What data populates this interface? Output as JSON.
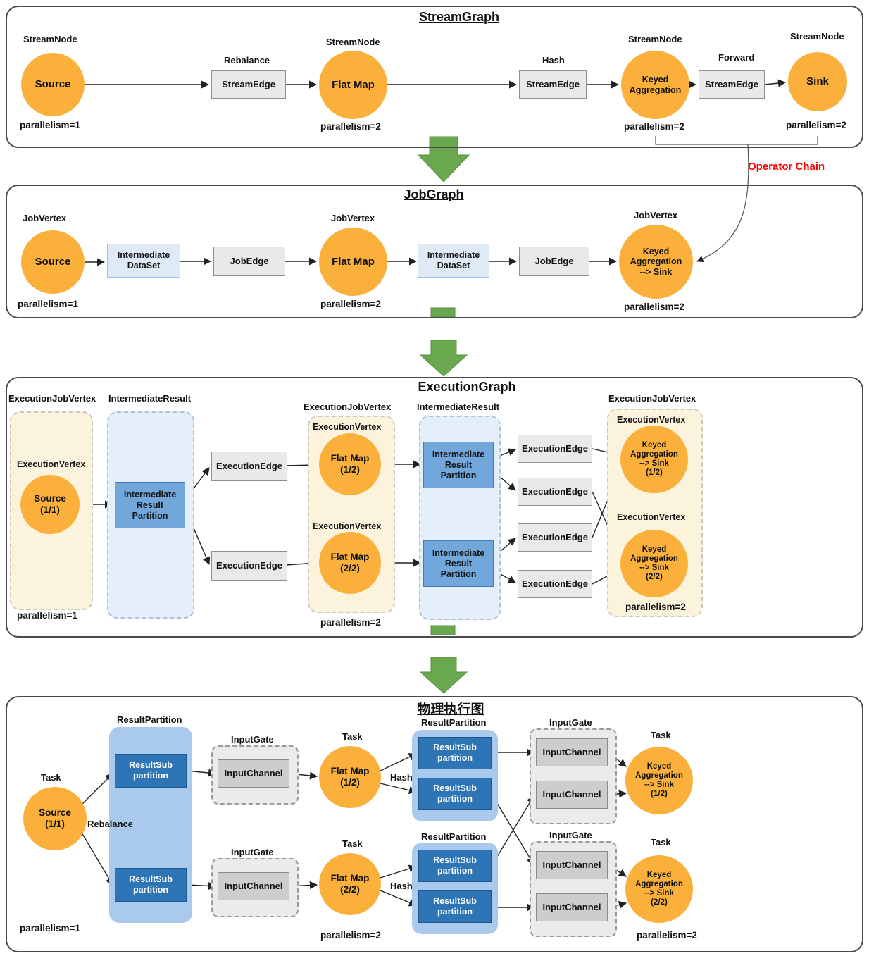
{
  "colors": {
    "node_fill": "#FBB03B",
    "edge_box_fill": "#E9E9E9",
    "dataset_box_fill": "#DEEBF7",
    "partition_box_fill": "#72A7DB",
    "subpartition_box_fill": "#2E75B6",
    "vertex_group_fill": "#FCF3DC",
    "result_group_fill": "#E4EFFA",
    "green_arrow": "#6AA84F",
    "operator_chain_red": "#FF0000"
  },
  "streamGraph": {
    "title": "StreamGraph",
    "nodeType": "StreamNode",
    "nodes": [
      "Source",
      "Flat Map",
      "Keyed\nAggregation",
      "Sink"
    ],
    "edgeLabel": "StreamEdge",
    "edgePartitions": [
      "Rebalance",
      "Hash",
      "Forward"
    ],
    "parallelism": [
      "parallelism=1",
      "parallelism=2",
      "parallelism=2",
      "parallelism=2"
    ]
  },
  "operatorChainLabel": "Operator Chain",
  "jobGraph": {
    "title": "JobGraph",
    "nodeType": "JobVertex",
    "nodes": [
      "Source",
      "Flat Map",
      "Keyed\nAggregation\n--> Sink"
    ],
    "datasetLabel": "Intermediate\nDataSet",
    "edgeLabel": "JobEdge",
    "parallelism": [
      "parallelism=1",
      "parallelism=2",
      "parallelism=2"
    ]
  },
  "executionGraph": {
    "title": "ExecutionGraph",
    "jobVertexLabel": "ExecutionJobVertex",
    "intermediateResultLabel": "IntermediateResult",
    "vertexLabel": "ExecutionVertex",
    "edgeLabel": "ExecutionEdge",
    "partitionLabel": "Intermediate\nResult\nPartition",
    "nodes": [
      "Source\n(1/1)",
      "Flat Map\n(1/2)",
      "Flat Map\n(2/2)",
      "Keyed\nAggregation\n--> Sink\n(1/2)",
      "Keyed\nAggregation\n--> Sink\n(2/2)"
    ],
    "parallelism": [
      "parallelism=1",
      "parallelism=2",
      "parallelism=2"
    ]
  },
  "physicalGraph": {
    "title": "物理执行图",
    "taskLabel": "Task",
    "resultPartitionLabel": "ResultPartition",
    "subpartitionLabel": "ResultSub\npartition",
    "inputGateLabel": "InputGate",
    "inputChannelLabel": "InputChannel",
    "rebalanceLabel": "Rebalance",
    "hashLabel": "Hash",
    "nodes": [
      "Source\n(1/1)",
      "Flat Map\n(1/2)",
      "Flat Map\n(2/2)",
      "Keyed\nAggregation\n--> Sink\n(1/2)",
      "Keyed\nAggregation\n--> Sink\n(2/2)"
    ],
    "parallelism": [
      "parallelism=1",
      "parallelism=2",
      "parallelism=2"
    ]
  }
}
